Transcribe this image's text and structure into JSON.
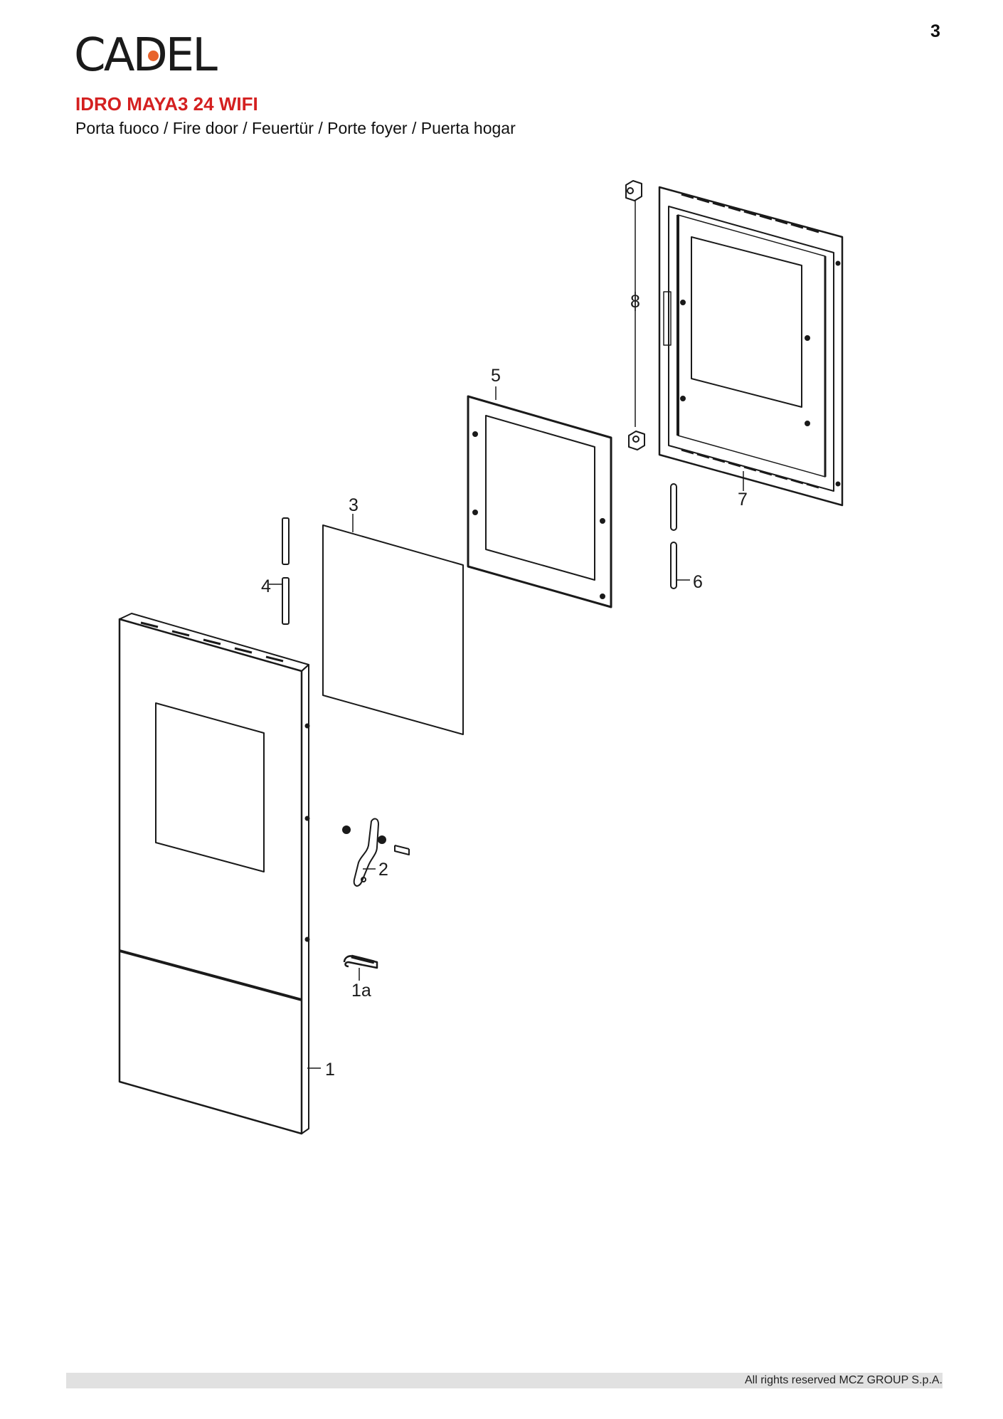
{
  "page_number": "3",
  "logo": {
    "text": "CADEL",
    "dot_color": "#e8642c"
  },
  "title": "IDRO MAYA3 24 WIFI",
  "subtitle": "Porta fuoco / Fire door / Feuertür / Porte foyer / Puerta hogar",
  "title_color": "#d42020",
  "callouts": {
    "c1": "1",
    "c1a": "1a",
    "c2": "2",
    "c3": "3",
    "c4": "4",
    "c5": "5",
    "c6": "6",
    "c7": "7",
    "c8": "8"
  },
  "footer": "All rights reserved MCZ GROUP S.p.A."
}
